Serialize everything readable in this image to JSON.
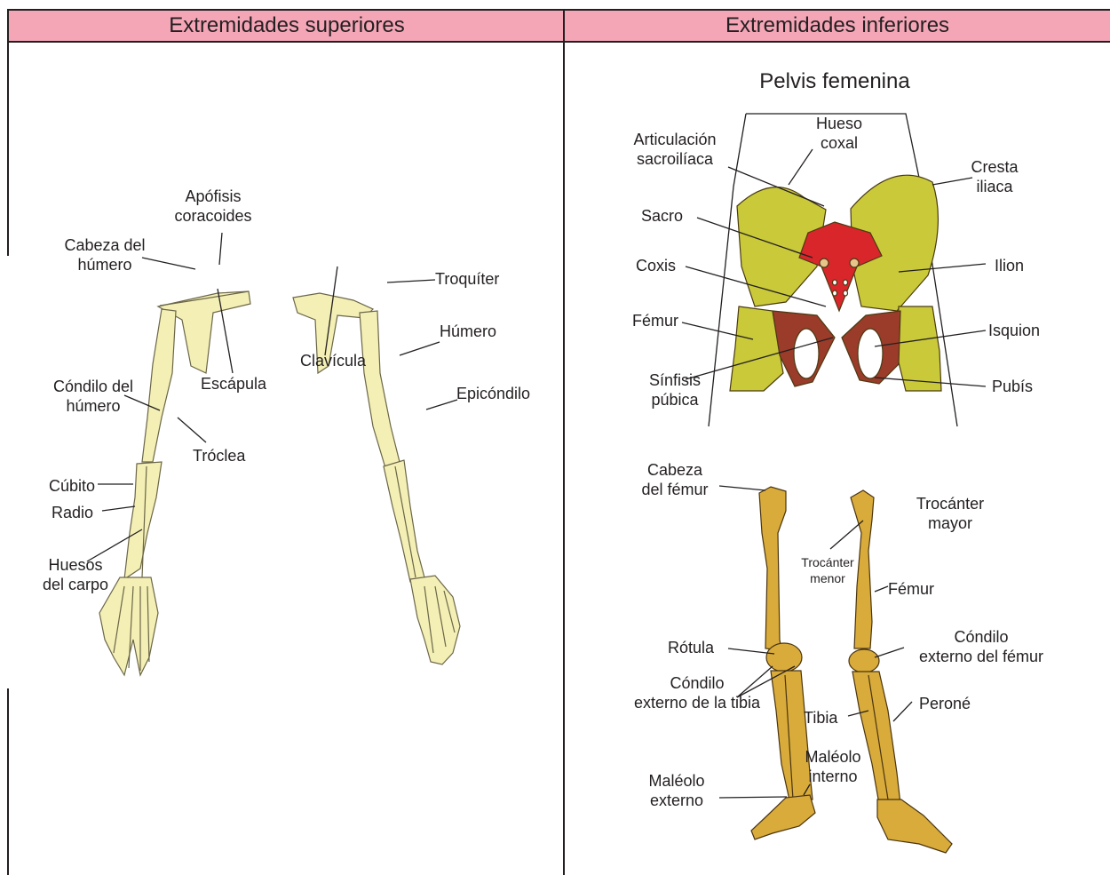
{
  "headers": {
    "left": "Extremidades superiores",
    "right": "Extremidades inferiores"
  },
  "colors": {
    "header_bg": "#f4a6b7",
    "bone_upper": "#f3efb5",
    "bone_lower": "#d8ab3a",
    "pelvis_yellow": "#c9c93a",
    "pelvis_red": "#d8262b",
    "pelvis_brown": "#9b3b2a"
  },
  "upper_labels": {
    "apofisis": "Apófisis\ncoracoides",
    "cabeza_humero": "Cabeza del\nhúmero",
    "troquiter": "Troquíter",
    "humero": "Húmero",
    "clavicula": "Clavícula",
    "escapula": "Escápula",
    "epicondilo": "Epicóndilo",
    "condilo_humero": "Cóndilo del\nhúmero",
    "troclea": "Tróclea",
    "cubito": "Cúbito",
    "radio": "Radio",
    "huesos_carpo": "Huesos\ndel carpo"
  },
  "pelvis": {
    "title": "Pelvis femenina",
    "labels": {
      "hueso_coxal": "Hueso\ncoxal",
      "articulacion": "Articulación\nsacroilíaca",
      "cresta_iliaca": "Cresta\niliaca",
      "sacro": "Sacro",
      "coxis": "Coxis",
      "ilion": "Ilion",
      "femur": "Fémur",
      "isquion": "Isquion",
      "sinfisis": "Sínfisis\npúbica",
      "pubis": "Pubís"
    }
  },
  "leg_labels": {
    "cabeza_femur": "Cabeza\ndel fémur",
    "trocanter_mayor": "Trocánter\nmayor",
    "trocanter_menor": "Trocánter\nmenor",
    "femur": "Fémur",
    "rotula": "Rótula",
    "condilo_ext_femur": "Cóndilo\nexterno del fémur",
    "condilo_ext_tibia": "Cóndilo\nexterno de la tibia",
    "tibia": "Tibia",
    "perone": "Peroné",
    "maleolo_interno": "Maléolo\ninterno",
    "maleolo_externo": "Maléolo\nexterno"
  }
}
